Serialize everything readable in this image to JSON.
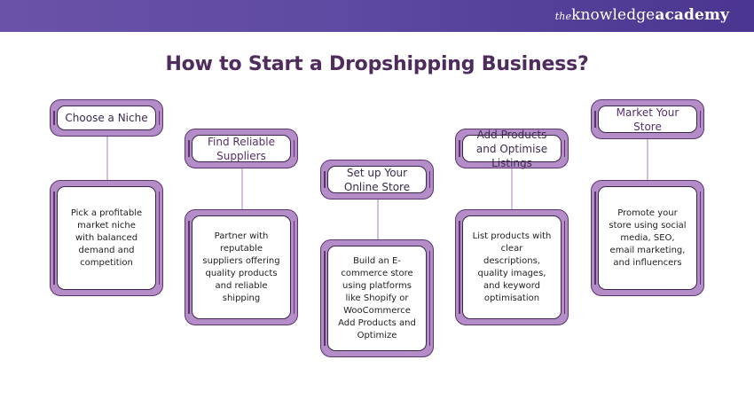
{
  "header": {
    "logo": {
      "prefix": "the",
      "word1": "knowledge",
      "word2": "academy"
    },
    "gradient": [
      "#6a52a8",
      "#4a3590"
    ]
  },
  "title": "How to Start a Dropshipping Business?",
  "colors": {
    "title": "#4f2b5e",
    "frame_fill": "#b48cc8",
    "frame_outline": "#5a3470",
    "connector": "#d2bfdd"
  },
  "steps": [
    {
      "heading": "Choose a Niche",
      "description": "Pick a profitable market niche with balanced demand and competition"
    },
    {
      "heading": "Find Reliable Suppliers",
      "description": "Partner with reputable suppliers offering quality products and reliable shipping"
    },
    {
      "heading": "Set up Your Online Store",
      "description": "Build an E-commerce store using platforms like Shopify or WooCommerce Add Products and Optimize"
    },
    {
      "heading": "Add Products and Optimise Listings",
      "description": "List products with clear descriptions, quality images, and keyword optimisation"
    },
    {
      "heading": "Market Your Store",
      "description": "Promote your store using social media, SEO, email marketing, and influencers"
    }
  ]
}
